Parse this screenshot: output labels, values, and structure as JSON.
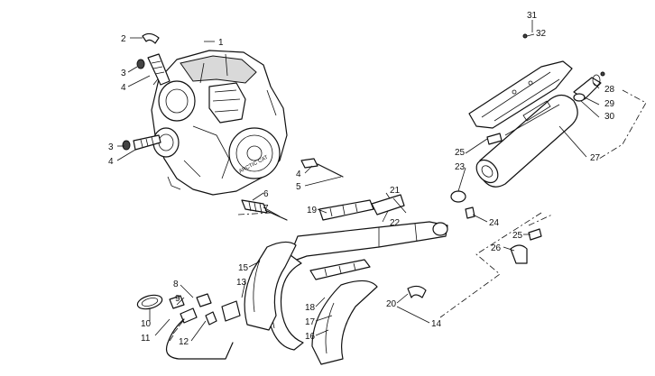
{
  "callouts": [
    {
      "id": "c1",
      "text": "1"
    },
    {
      "id": "c2",
      "text": "2"
    },
    {
      "id": "c3a",
      "text": "3"
    },
    {
      "id": "c4a",
      "text": "4"
    },
    {
      "id": "c3b",
      "text": "3"
    },
    {
      "id": "c4b",
      "text": "4"
    },
    {
      "id": "c4c",
      "text": "4"
    },
    {
      "id": "c5",
      "text": "5"
    },
    {
      "id": "c6",
      "text": "6"
    },
    {
      "id": "c7",
      "text": "7"
    },
    {
      "id": "c8",
      "text": "8"
    },
    {
      "id": "c9",
      "text": "9"
    },
    {
      "id": "c10",
      "text": "10"
    },
    {
      "id": "c11",
      "text": "11"
    },
    {
      "id": "c12",
      "text": "12"
    },
    {
      "id": "c13",
      "text": "13"
    },
    {
      "id": "c14",
      "text": "14"
    },
    {
      "id": "c15",
      "text": "15"
    },
    {
      "id": "c16",
      "text": "16"
    },
    {
      "id": "c17",
      "text": "17"
    },
    {
      "id": "c18",
      "text": "18"
    },
    {
      "id": "c19",
      "text": "19"
    },
    {
      "id": "c20",
      "text": "20"
    },
    {
      "id": "c21",
      "text": "21"
    },
    {
      "id": "c22",
      "text": "22"
    },
    {
      "id": "c23",
      "text": "23"
    },
    {
      "id": "c24",
      "text": "24"
    },
    {
      "id": "c25a",
      "text": "25"
    },
    {
      "id": "c25b",
      "text": "25"
    },
    {
      "id": "c26",
      "text": "26"
    },
    {
      "id": "c27",
      "text": "27"
    },
    {
      "id": "c28",
      "text": "28"
    },
    {
      "id": "c29",
      "text": "29"
    },
    {
      "id": "c30",
      "text": "30"
    },
    {
      "id": "c31",
      "text": "31"
    },
    {
      "id": "c32",
      "text": "32"
    }
  ],
  "engine": {
    "brand_mark": "ARCTIC CAT"
  }
}
